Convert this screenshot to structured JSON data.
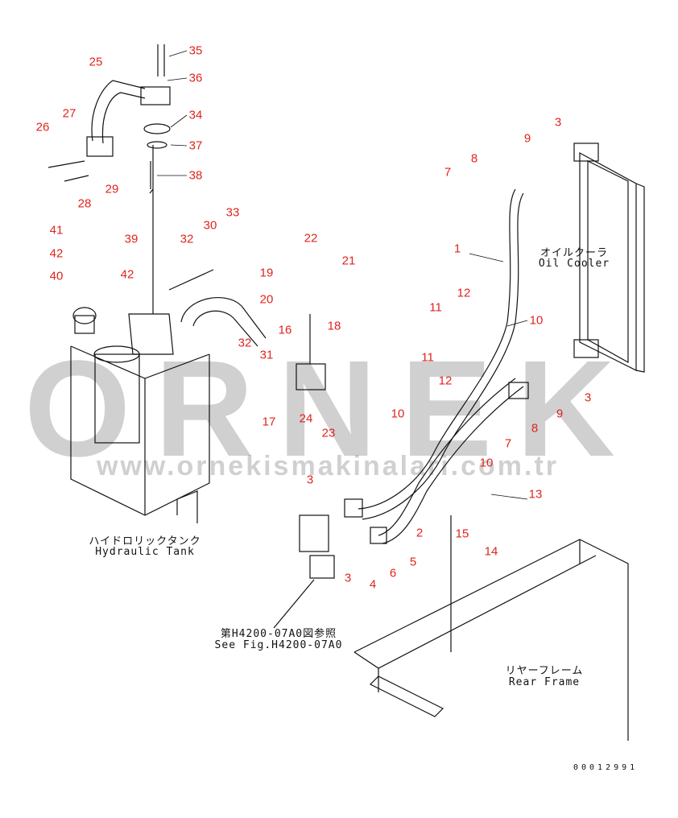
{
  "watermark": {
    "brand": "ORNEK",
    "url": "www.ornekismakinalari.com.tr"
  },
  "labels": {
    "tank_jp": "ハイドロリックタンク",
    "tank_en": "Hydraulic Tank",
    "cooler_jp": "オイルクーラ",
    "cooler_en": "Oil Cooler",
    "frame_jp": "リヤーフレーム",
    "frame_en": "Rear Frame",
    "ref_jp": "第H4200-07A0図参照",
    "ref_en": "See Fig.H4200-07A0"
  },
  "drawing_code": "00012991",
  "callouts": [
    "35",
    "36",
    "25",
    "34",
    "27",
    "37",
    "26",
    "38",
    "29",
    "28",
    "33",
    "30",
    "41",
    "32",
    "39",
    "42",
    "42",
    "40",
    "22",
    "21",
    "19",
    "20",
    "16",
    "18",
    "32",
    "31",
    "17",
    "24",
    "23",
    "3",
    "9",
    "8",
    "7",
    "1",
    "12",
    "11",
    "10",
    "11",
    "12",
    "3",
    "9",
    "8",
    "10",
    "7",
    "10",
    "13",
    "3",
    "2",
    "15",
    "14",
    "3",
    "4",
    "6",
    "5"
  ]
}
